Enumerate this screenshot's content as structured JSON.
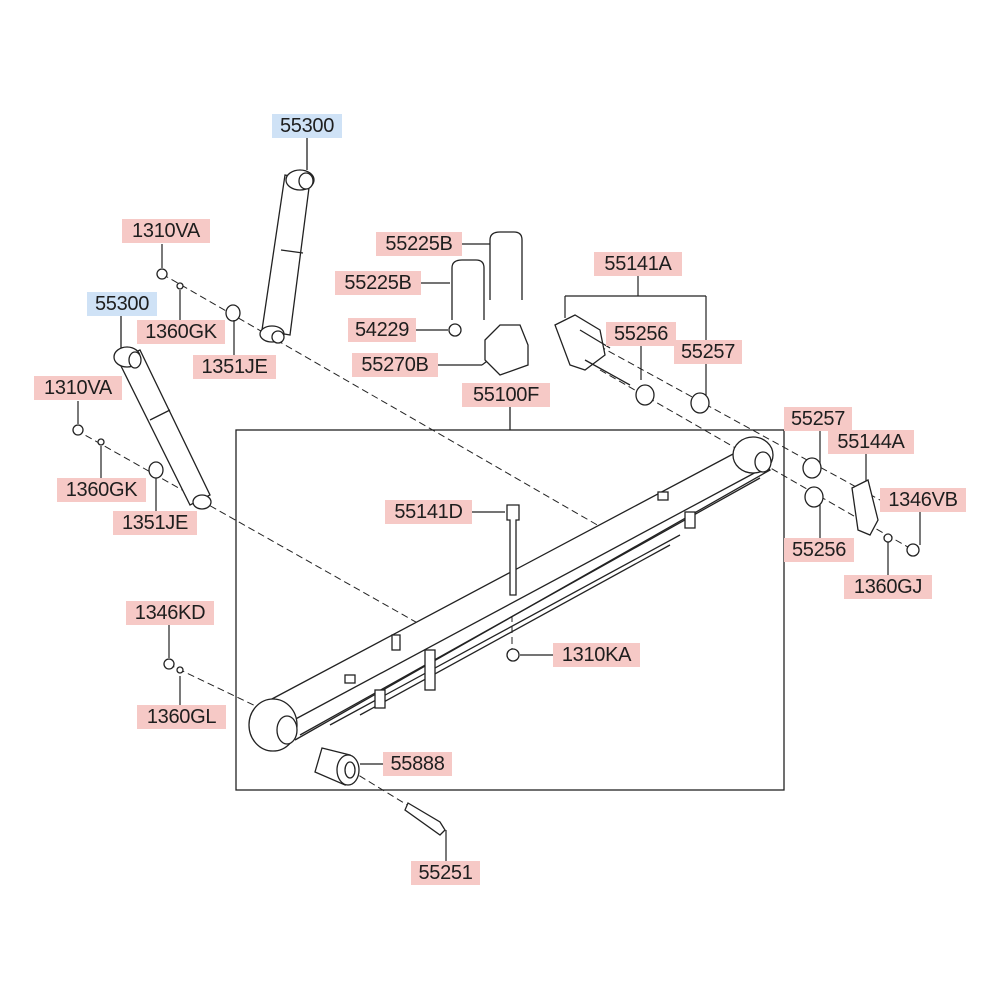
{
  "colors": {
    "part_label": "#f6c9c6",
    "assembly_label": "#cfe2f6",
    "line": "#222222"
  },
  "labels": {
    "shock_right": "55300",
    "nut_right": "1310VA",
    "washer_right": "1360GK",
    "bushing_right": "1351JE",
    "shock_left": "55300",
    "nut_left": "1310VA",
    "washer_left": "1360GK",
    "bushing_left": "1351JE",
    "ubolt_a": "55225B",
    "ubolt_b": "55225B",
    "nut_ubolt": "54229",
    "pad": "55270B",
    "shackle_assy": "55141A",
    "bush_inner": "55256",
    "bush_outer": "55257",
    "spring_assy": "55100F",
    "bush_outer2": "55257",
    "shackle_plate": "55144A",
    "bolt_shackle": "1346VB",
    "bush_inner2": "55256",
    "washer_shackle": "1360GJ",
    "center_bolt": "55141D",
    "center_nut": "1310KA",
    "nut_front": "1346KD",
    "washer_front": "1360GL",
    "eye_bush": "55888",
    "eye_bolt": "55251"
  }
}
